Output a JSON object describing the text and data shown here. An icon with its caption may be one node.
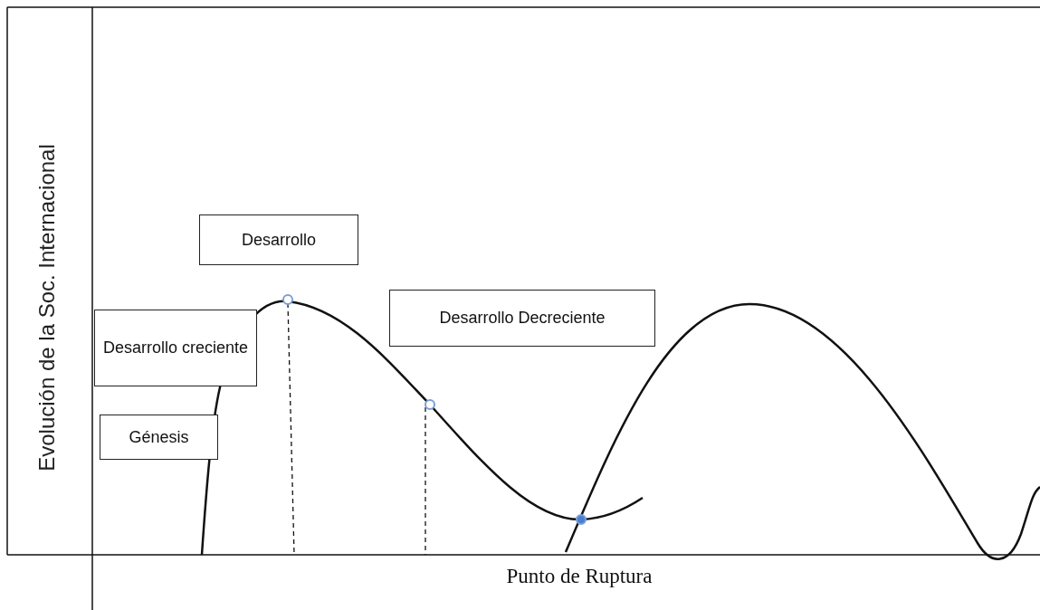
{
  "diagram": {
    "nodes": [
      {
        "text": [
          "Desarrollo"
        ]
      },
      {
        "text": [
          "Desarrollo creciente"
        ]
      },
      {
        "text": [
          "Desarrollo Decreciente"
        ]
      },
      {
        "text": [
          "Génesis"
        ]
      }
    ],
    "edges": [],
    "labels": [
      "Evolución de la Soc. Internacional",
      "Punto de Ruptura"
    ]
  }
}
